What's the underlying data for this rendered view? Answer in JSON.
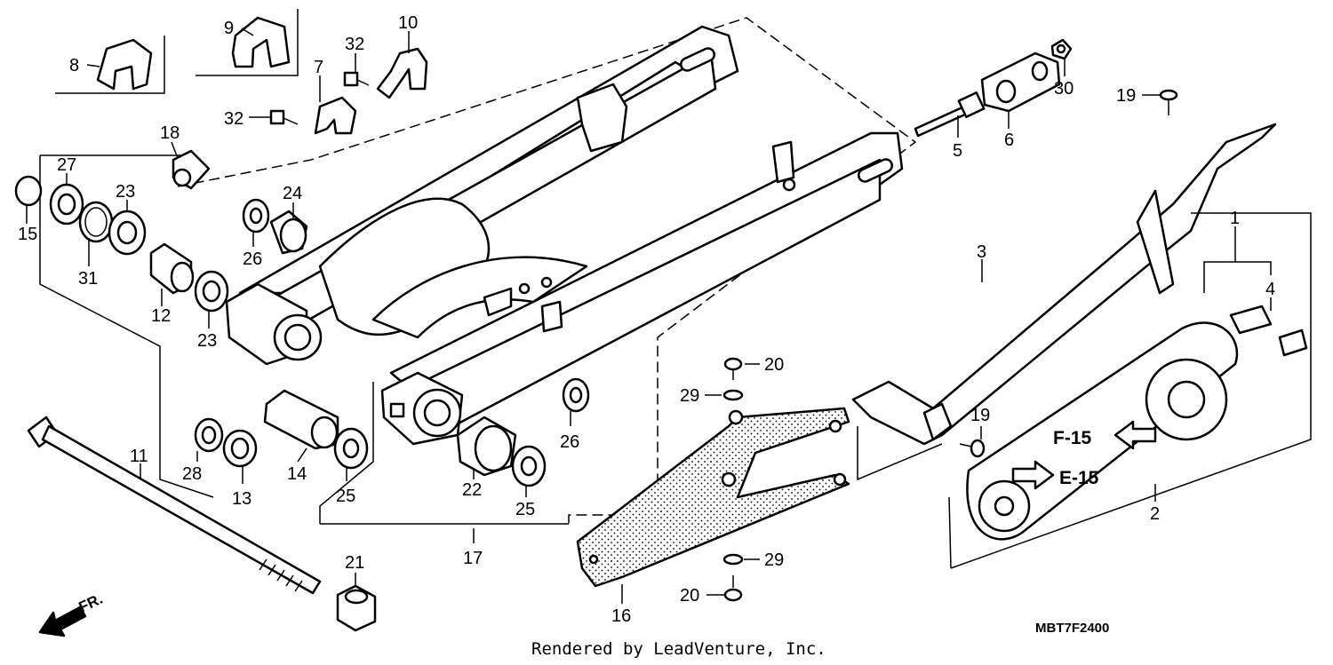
{
  "diagram": {
    "callouts": [
      {
        "id": "c8",
        "text": "8"
      },
      {
        "id": "c9",
        "text": "9"
      },
      {
        "id": "c10",
        "text": "10"
      },
      {
        "id": "c32a",
        "text": "32"
      },
      {
        "id": "c32b",
        "text": "32"
      },
      {
        "id": "c7",
        "text": "7"
      },
      {
        "id": "c18",
        "text": "18"
      },
      {
        "id": "c27",
        "text": "27"
      },
      {
        "id": "c15",
        "text": "15"
      },
      {
        "id": "c23a",
        "text": "23"
      },
      {
        "id": "c24",
        "text": "24"
      },
      {
        "id": "c26a",
        "text": "26"
      },
      {
        "id": "c31",
        "text": "31"
      },
      {
        "id": "c12",
        "text": "12"
      },
      {
        "id": "c23b",
        "text": "23"
      },
      {
        "id": "c5",
        "text": "5"
      },
      {
        "id": "c6",
        "text": "6"
      },
      {
        "id": "c30",
        "text": "30"
      },
      {
        "id": "c19a",
        "text": "19"
      },
      {
        "id": "c3",
        "text": "3"
      },
      {
        "id": "c1",
        "text": "1"
      },
      {
        "id": "c4",
        "text": "4"
      },
      {
        "id": "c20a",
        "text": "20"
      },
      {
        "id": "c29a",
        "text": "29"
      },
      {
        "id": "c26b",
        "text": "26"
      },
      {
        "id": "c19b",
        "text": "19"
      },
      {
        "id": "c2",
        "text": "2"
      },
      {
        "id": "c11",
        "text": "11"
      },
      {
        "id": "c28",
        "text": "28"
      },
      {
        "id": "c13",
        "text": "13"
      },
      {
        "id": "c14",
        "text": "14"
      },
      {
        "id": "c25a",
        "text": "25"
      },
      {
        "id": "c22",
        "text": "22"
      },
      {
        "id": "c25b",
        "text": "25"
      },
      {
        "id": "c17",
        "text": "17"
      },
      {
        "id": "c29b",
        "text": "29"
      },
      {
        "id": "c20b",
        "text": "20"
      },
      {
        "id": "c16",
        "text": "16"
      },
      {
        "id": "c21",
        "text": "21"
      }
    ],
    "refs": {
      "f15": "F-15",
      "e15": "E-15"
    },
    "direction": "FR.",
    "code": "MBT7F2400",
    "credit": "Rendered by LeadVenture, Inc."
  }
}
